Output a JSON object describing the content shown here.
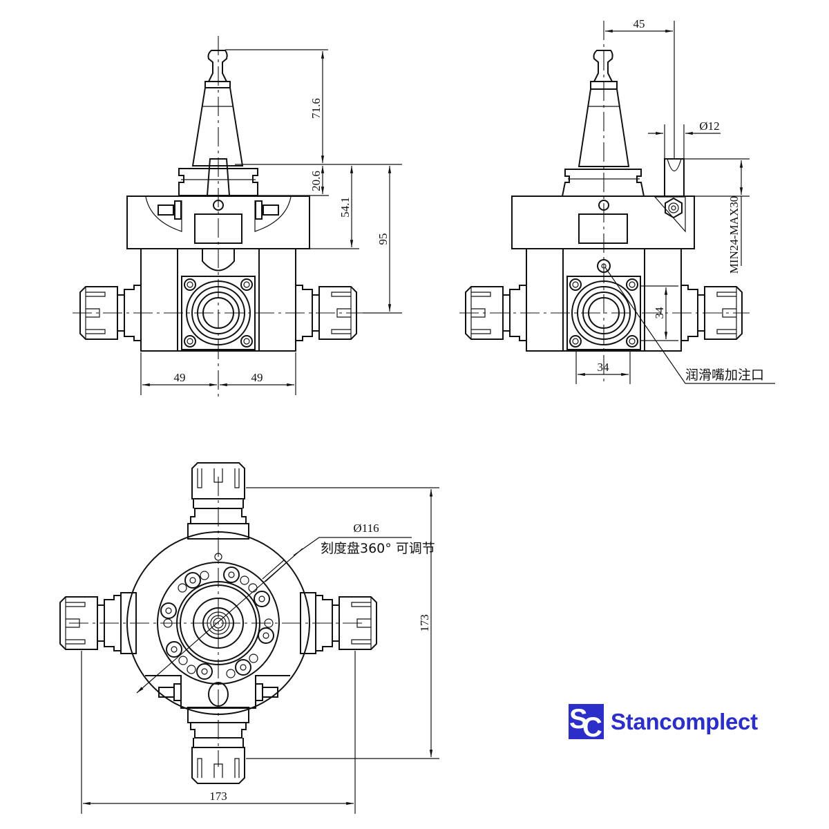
{
  "drawing": {
    "title": "Angle head technical drawing (front, side and bottom views)",
    "views": [
      {
        "name": "front-view",
        "dimensions": {
          "taper_height": "71.6",
          "flange_height": "20.6",
          "flange_to_body": "54.1",
          "total_to_axis": "95",
          "left_half_width": "49",
          "right_half_width": "49"
        }
      },
      {
        "name": "side-view",
        "dimensions": {
          "stop_pin_offset": "45",
          "stop_pin_diameter": "Ø12",
          "stop_pin_range": "MIN24-MAX30",
          "flange_height": "34",
          "flange_width": "34"
        },
        "annotation": "润滑嘴加注口"
      },
      {
        "name": "bottom-view",
        "dimensions": {
          "ring_diameter": "Ø116",
          "overall_height": "173",
          "overall_width": "173"
        },
        "annotation": "刻度盘360° 可调节"
      }
    ]
  },
  "brand": {
    "mark_s": "S",
    "mark_c": "C",
    "name": "Stancomplect",
    "color": "#2b2fc7"
  }
}
